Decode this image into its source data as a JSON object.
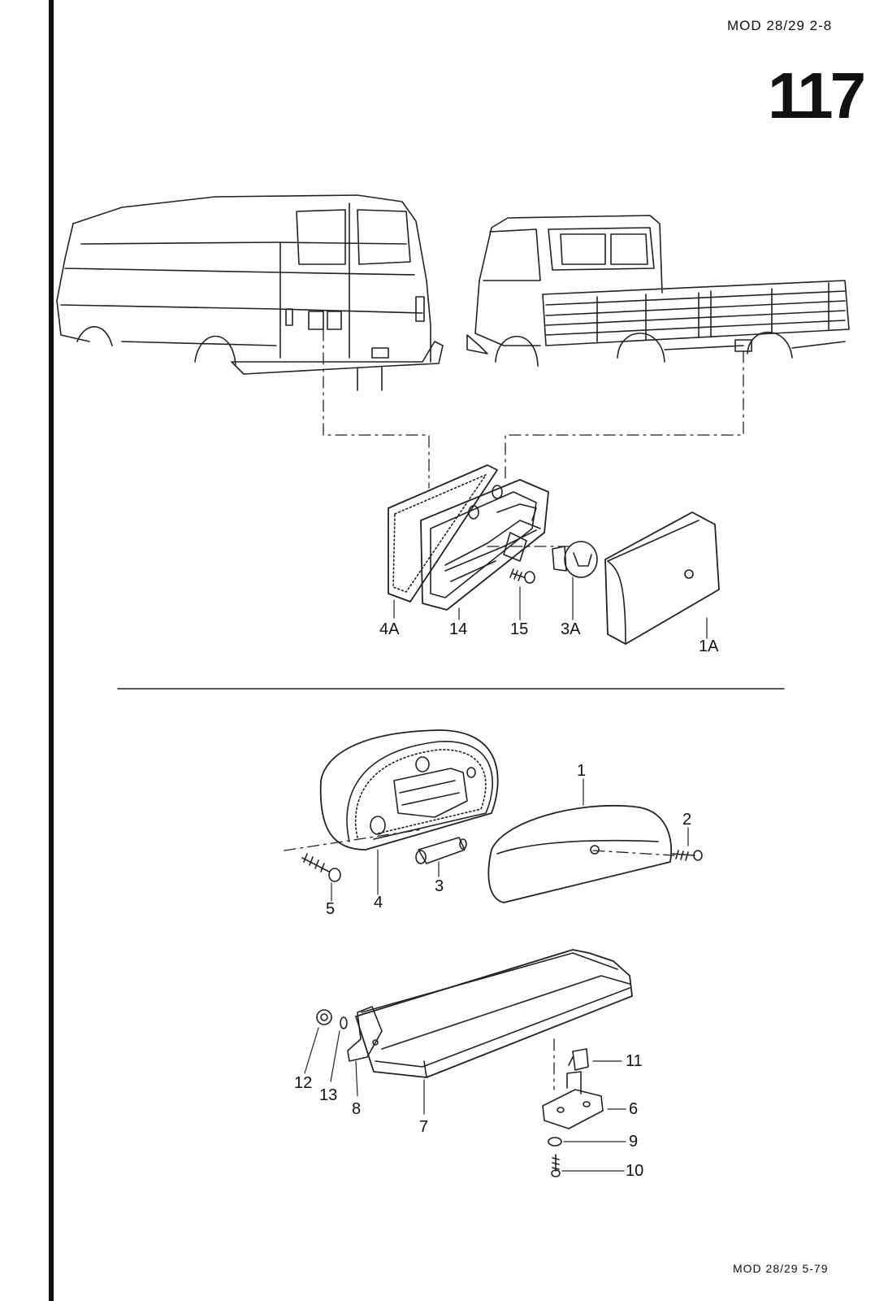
{
  "header": {
    "model_ref": "MOD 28/29  2-8",
    "page_number": "117"
  },
  "footer": {
    "model_ref": "MOD 28/29  5-79"
  },
  "callouts": {
    "upper": [
      "4A",
      "14",
      "15",
      "3A",
      "1A"
    ],
    "middle": [
      "1",
      "2",
      "3",
      "4",
      "5"
    ],
    "lower": [
      "11",
      "6",
      "9",
      "10",
      "12",
      "13",
      "8",
      "7"
    ]
  }
}
